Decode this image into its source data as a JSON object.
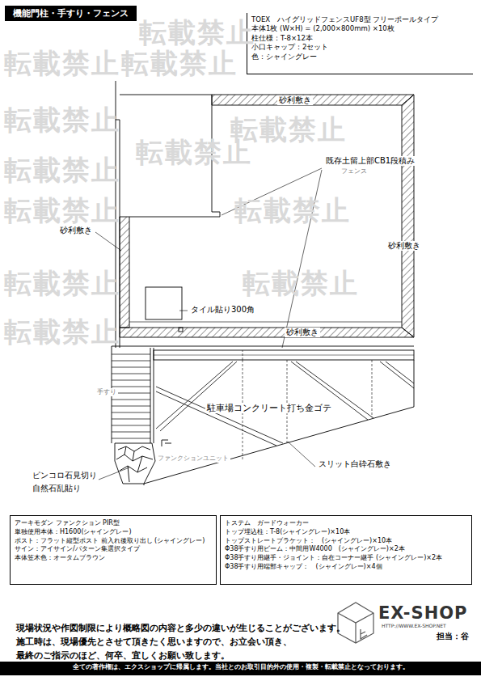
{
  "diagram": {
    "title": "機能門柱・手すり・フェンス",
    "nodes": [
      {
        "text": [
          "TOEX　ハイグリッドフェンスUF8型 フリーポールタイプ",
          "本体1枚 (W×H) = (2,000×800mm) ×10枚",
          "柱仕様：T-8×12本",
          "小口キャップ：2セット",
          "色：シャイングレー"
        ]
      },
      {
        "text": [
          "アーキモダン ファンクション PIR型",
          "単独使用本体：H1600(シャイングレー)",
          "ポスト：フラット縦型ポスト 前入れ後取り出し (シャイングレー)",
          "サイン：アイサイン/パターン集選択タイプ",
          "本体笠木色：オータムブラウン"
        ]
      },
      {
        "text": [
          "トステム　ガードウォーカー",
          "トップ埋込柱：T-8(シャイングレー)×10本",
          "トップストレートブラケット：　(シャイングレー)×10本",
          "Φ38手すり用ビーム：中間用W4000　(シャイングレー)×2本",
          "Φ38手すり用継手・ジョイント：自在コーナー継手 (シャイングレー)×2本",
          "Φ38手すり用端部キャップ：　(シャイングレー)×4個"
        ]
      },
      {
        "text": [
          "全ての著作権は、エクスショップに帰属します。当社とのお取引目的外の使用・複製・転載禁止となっております。"
        ]
      }
    ],
    "labels": [
      "砂利敷き",
      "既存土留上部CB1段積み",
      "フェンス",
      "砂利敷き",
      "砂利敷き",
      "タイル貼り300角",
      "砂利敷き",
      "手すり",
      "駐車場コンクリート打ち金ゴテ",
      "ファンクションユニット",
      "スリット白砕石敷き",
      "ピンコロ石見切り",
      "自然石乱貼り",
      "現場状況や作図制限により概略図の内容と多少の違いが生じることがございます。",
      "施工時は、現場優先とさせて頂きたく思いますので、お立会い頂き、",
      "最終のご指示のほど、何卒、宜しくお願い致します。",
      "EX-SHOP",
      "HTTP://WWW.EX-SHOP.NET",
      "担当：谷",
      "転載禁止",
      "転載禁止",
      "転載禁止",
      "転載禁止",
      "転載禁止",
      "転載禁止",
      "転載禁止",
      "転載禁止",
      "転載禁止",
      "転載禁止",
      "転載禁止",
      "転載禁止"
    ]
  }
}
